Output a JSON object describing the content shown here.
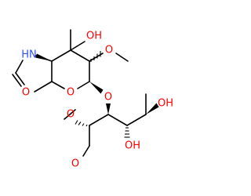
{
  "colors": {
    "background": "#ffffff",
    "bond": "#000000",
    "oxygen": "#ff0000",
    "nitrogen": "#3050f8"
  },
  "atoms": {
    "hn": "HN",
    "oh_top": "OH",
    "o_methoxy_top": "O",
    "o_carbonyl": "O",
    "o_ring": "O",
    "o_glycosidic": "O",
    "o_methoxy_bottom": "O",
    "oh_right": "OH",
    "o_aldehyde": "O",
    "oh_bottom": "OH"
  }
}
